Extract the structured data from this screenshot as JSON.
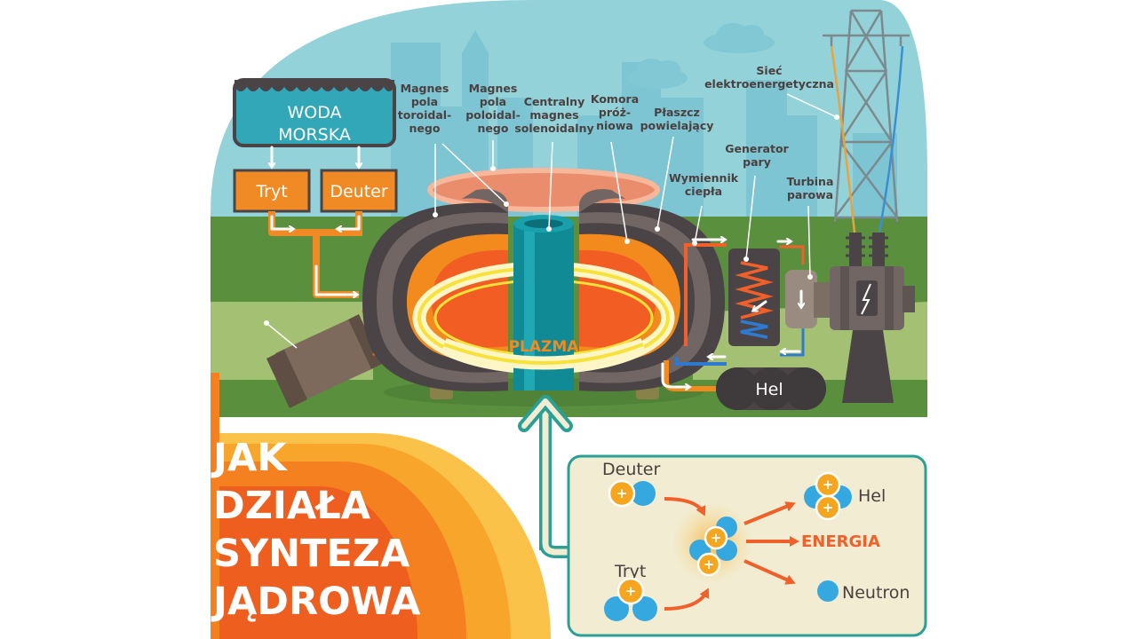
{
  "colors": {
    "sky": "#93d2d8",
    "buildings": "#7dc5d2",
    "ground": "#5a8f3e",
    "ground_light": "#a4c173",
    "orange": "#f39323",
    "dark_gray": "#4a4446",
    "steel": "#108b96",
    "accent_red": "#f0602a",
    "proton": "#f6a51f",
    "neutron": "#36a8e0",
    "panel_bg": "#f2ecd2",
    "panel_border": "#2aa095"
  },
  "water": {
    "line1": "WODA",
    "line2": "MORSKA"
  },
  "fuel_boxes": {
    "tritium": "Tryt",
    "deuterium": "Deuter"
  },
  "labels": {
    "toroidal": [
      "Magnes",
      "pola",
      "toroidal-",
      "nego"
    ],
    "poloidal": [
      "Magnes",
      "pola",
      "poloidal-",
      "nego"
    ],
    "solenoid": [
      "Centralny",
      "magnes",
      "solenoidalny"
    ],
    "vacuum": [
      "Komora",
      "próż-",
      "niowa"
    ],
    "blanket": [
      "Płaszcz",
      "powielający"
    ],
    "heat_exchanger": [
      "Wymiennik",
      "ciepła"
    ],
    "steam_generator": [
      "Generator",
      "pary"
    ],
    "turbine": [
      "Turbina",
      "parowa"
    ],
    "grid": [
      "Sieć",
      "elektroenergetyczna"
    ]
  },
  "plasma": "PLAZMA",
  "helium": "Hel",
  "title": [
    "JAK",
    "DZIAŁA",
    "SYNTEZA",
    "JĄDROWA"
  ],
  "reaction": {
    "deuterium": "Deuter",
    "tritium": "Tryt",
    "helium": "Hel",
    "energy": "ENERGIA",
    "neutron": "Neutron",
    "plus": "+"
  }
}
